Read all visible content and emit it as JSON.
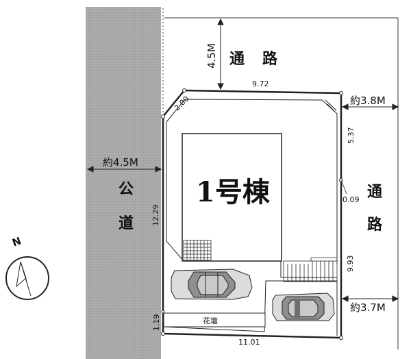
{
  "building_label": "1号棟",
  "roads": {
    "top": "通　路",
    "right_line1": "通",
    "right_line2": "路",
    "left_line1": "公",
    "left_line2": "道"
  },
  "road_widths": {
    "top": "4.5M",
    "left": "約4.5M",
    "right_upper": "約3.8M",
    "right_lower": "約3.7M"
  },
  "lot_dimensions": {
    "top": "9.72",
    "corner": "2.00",
    "right_upper": "5.37",
    "notch": "0.09",
    "right_lower": "9.93",
    "left": "12.29",
    "bottom_left": "1.19",
    "bottom": "11.01"
  },
  "flower_bed": "花壇",
  "compass": "N"
}
